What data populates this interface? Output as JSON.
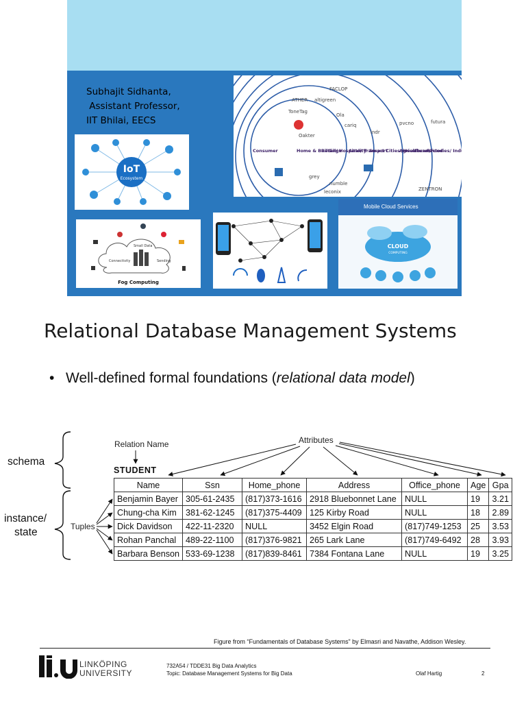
{
  "header": {
    "author_lines": [
      "Subhajit Sidhanta,",
      " Assistant Professor,",
      "IIT Bhilai, EECS"
    ],
    "iot_logo": "IoT",
    "iot_sub": "Ecosystem",
    "fog_caption": "Fog Computing",
    "fog_center": "Small Data",
    "fog_left": "Connectivity",
    "fog_right": "Sending",
    "mobile_cloud_title": "Mobile Cloud Services",
    "cloud_word": "CLOUD",
    "cloud_sub": "COMPUTING",
    "ecosystem_words": [
      "Consumer",
      "Home & Buildings",
      "Retail/ Hospitality",
      "Auto/ Transport",
      "Smart Cities /Healthcare",
      "Agriculture /Food",
      "Factories/ Industrial"
    ],
    "ecosystem_brands": [
      "ATHER",
      "altigreen",
      "ToneTag",
      "FACLOP",
      "Ola",
      "Oakter",
      "cariq",
      "indr",
      "pvcno",
      "futura",
      "grey",
      "numble",
      "leconix",
      "ZENTRON"
    ]
  },
  "slide": {
    "title": "Relational Database Management Systems",
    "bullet_prefix": "Well-defined formal foundations (",
    "bullet_italic": "relational data model",
    "bullet_suffix": ")"
  },
  "figure": {
    "schema_label": "schema",
    "instance_label_1": "instance/",
    "instance_label_2": "state",
    "relation_name_label": "Relation Name",
    "attributes_label": "Attributes",
    "tuples_label": "Tuples",
    "relation": "STUDENT",
    "columns": [
      "Name",
      "Ssn",
      "Home_phone",
      "Address",
      "Office_phone",
      "Age",
      "Gpa"
    ],
    "rows": [
      [
        "Benjamin Bayer",
        "305-61-2435",
        "(817)373-1616",
        "2918 Bluebonnet Lane",
        "NULL",
        "19",
        "3.21"
      ],
      [
        "Chung-cha Kim",
        "381-62-1245",
        "(817)375-4409",
        "125 Kirby Road",
        "NULL",
        "18",
        "2.89"
      ],
      [
        "Dick Davidson",
        "422-11-2320",
        "NULL",
        "3452 Elgin Road",
        "(817)749-1253",
        "25",
        "3.53"
      ],
      [
        "Rohan Panchal",
        "489-22-1100",
        "(817)376-9821",
        "265 Lark Lane",
        "(817)749-6492",
        "28",
        "3.93"
      ],
      [
        "Barbara Benson",
        "533-69-1238",
        "(817)839-8461",
        "7384 Fontana Lane",
        "NULL",
        "19",
        "3.25"
      ]
    ]
  },
  "footer": {
    "credit": "Figure from “Fundamentals of Database Systems” by Elmasri and Navathe, Addison Wesley.",
    "university_line1": "LINKÖPING",
    "university_line2": "UNIVERSITY",
    "course_line1": "732A54 / TDDE31  Big Data Analytics",
    "course_line2": "Topic: Database Management Systems for Big Data",
    "author": "Olaf Hartig",
    "page": "2"
  }
}
